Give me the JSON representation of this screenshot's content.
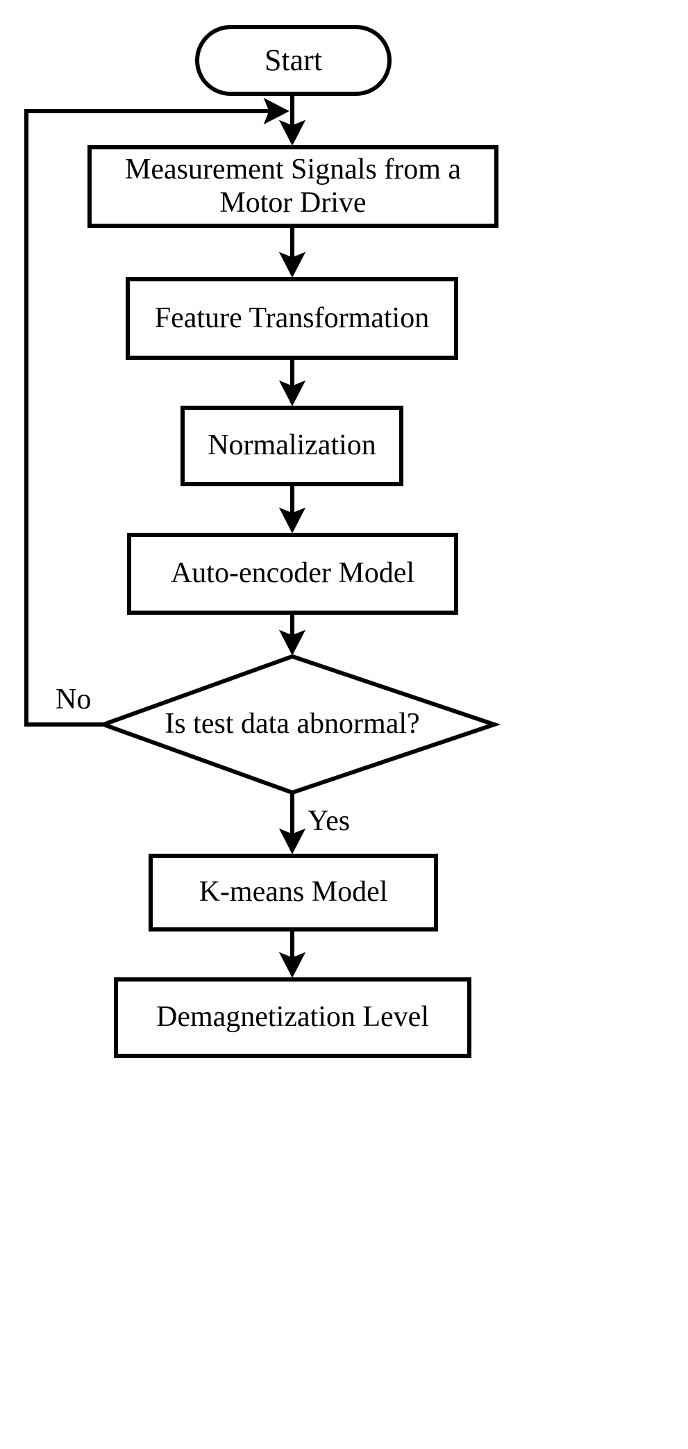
{
  "diagram": {
    "title": "Demagnetization Detection Flowchart",
    "type": "flowchart",
    "stroke_color": "#000000",
    "fill_color": "#ffffff",
    "background": "#ffffff",
    "nodes": [
      {
        "id": "start",
        "shape": "stadium",
        "label": "Start",
        "font_size": 44
      },
      {
        "id": "measurement",
        "shape": "rect",
        "label": "Measurement Signals from a\nMotor Drive",
        "font_size": 42
      },
      {
        "id": "feature",
        "shape": "rect",
        "label": "Feature Transformation",
        "font_size": 42
      },
      {
        "id": "normalization",
        "shape": "rect",
        "label": "Normalization",
        "font_size": 42
      },
      {
        "id": "autoencoder",
        "shape": "rect",
        "label": "Auto-encoder Model",
        "font_size": 42
      },
      {
        "id": "decision",
        "shape": "diamond",
        "label": "Is test data abnormal?",
        "font_size": 42
      },
      {
        "id": "kmeans",
        "shape": "rect",
        "label": "K-means Model",
        "font_size": 42
      },
      {
        "id": "demagnetization",
        "shape": "rect",
        "label": "Demagnetization Level",
        "font_size": 42
      }
    ],
    "edge_labels": [
      {
        "id": "no-label",
        "label": "No",
        "font_size": 42
      },
      {
        "id": "yes-label",
        "label": "Yes",
        "font_size": 42
      }
    ],
    "edges": [
      {
        "from": "start",
        "to": "measurement",
        "label": ""
      },
      {
        "from": "measurement",
        "to": "feature",
        "label": ""
      },
      {
        "from": "feature",
        "to": "normalization",
        "label": ""
      },
      {
        "from": "normalization",
        "to": "autoencoder",
        "label": ""
      },
      {
        "from": "autoencoder",
        "to": "decision",
        "label": ""
      },
      {
        "from": "decision",
        "to": "measurement",
        "label": "No"
      },
      {
        "from": "decision",
        "to": "kmeans",
        "label": "Yes"
      },
      {
        "from": "kmeans",
        "to": "demagnetization",
        "label": ""
      }
    ]
  }
}
